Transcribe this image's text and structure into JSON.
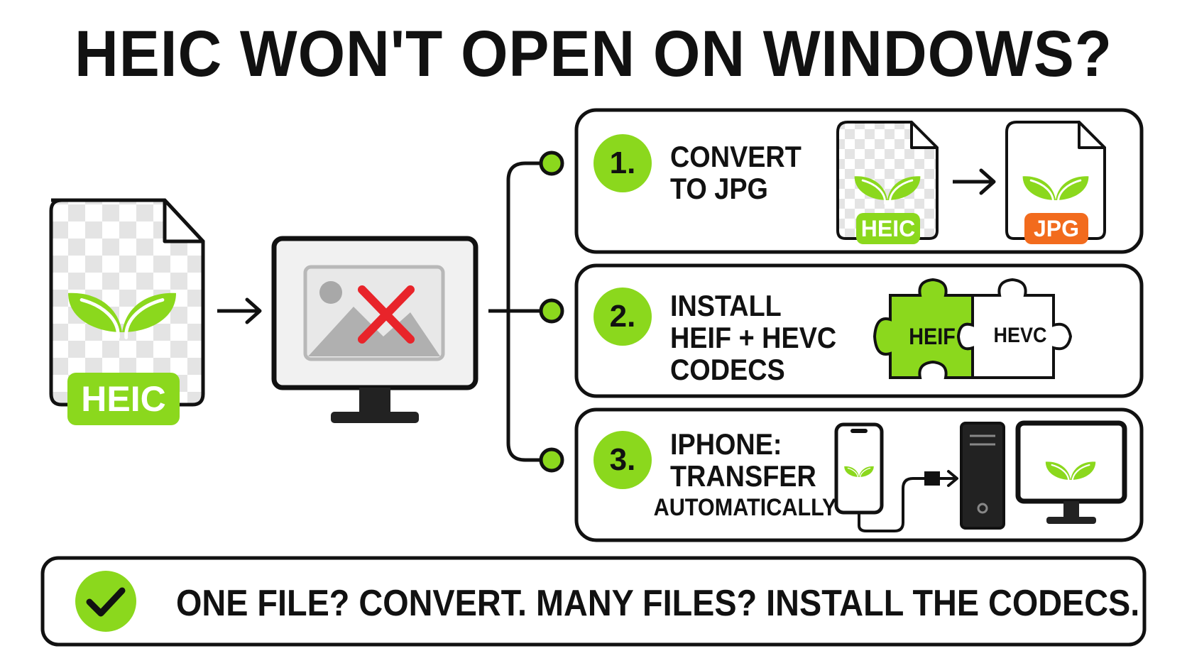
{
  "title": "HEIC WON'T OPEN ON WINDOWS?",
  "source_file": {
    "badge": "HEIC",
    "icon": "leaf-icon"
  },
  "steps": [
    {
      "number": "1.",
      "lines": [
        "CONVERT",
        "TO JPG"
      ],
      "from_badge": "HEIC",
      "to_badge": "JPG"
    },
    {
      "number": "2.",
      "lines": [
        "INSTALL",
        "HEIF + HEVC",
        "CODECS"
      ],
      "piece_a": "HEIF",
      "piece_b": "HEVC"
    },
    {
      "number": "3.",
      "lines": [
        "IPHONE:",
        "TRANSFER",
        "AUTOMATICALLY"
      ]
    }
  ],
  "summary": "ONE FILE? CONVERT. MANY FILES? INSTALL THE CODECS.",
  "colors": {
    "accent_green": "#8bd81d",
    "jpg_orange": "#f26b1d",
    "error_red": "#e8242a",
    "ink": "#111111"
  }
}
